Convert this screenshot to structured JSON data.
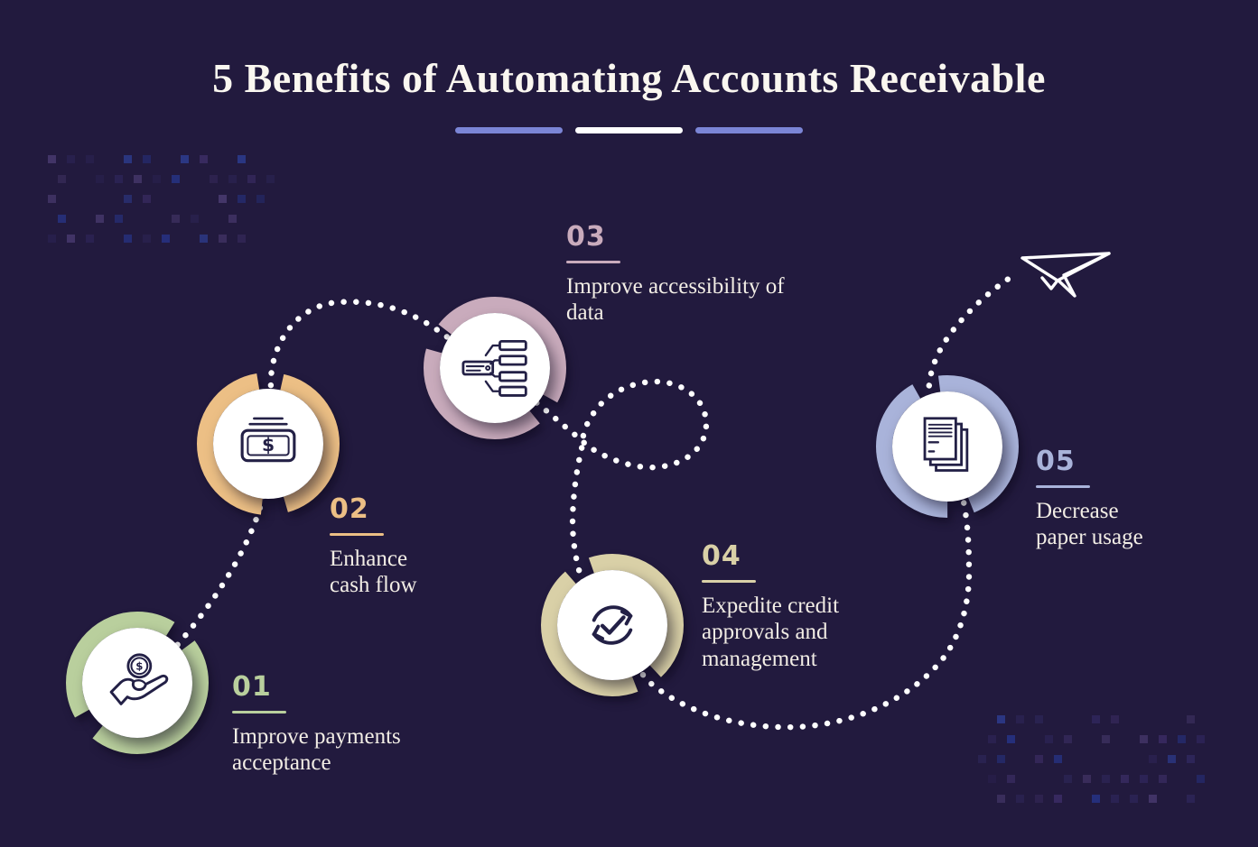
{
  "title": "5 Benefits of Automating Accounts Receivable",
  "divider_colors": [
    "#7b85d6",
    "#ffffff",
    "#7b85d6"
  ],
  "background_color": "#221a3e",
  "dotted_path_color": "#ffffff",
  "benefits": [
    {
      "number": "01",
      "label": "Improve payments acceptance",
      "color": "#b9cf9d",
      "icon": "hand-coin-icon"
    },
    {
      "number": "02",
      "label": "Enhance cash flow",
      "color": "#ecbf85",
      "icon": "banknote-icon"
    },
    {
      "number": "03",
      "label": "Improve accessibility of data",
      "color": "#c9abbc",
      "icon": "data-server-icon"
    },
    {
      "number": "04",
      "label": "Expedite credit approvals and management",
      "color": "#d9d0a7",
      "icon": "sync-check-icon"
    },
    {
      "number": "05",
      "label": "Decrease paper usage",
      "color": "#a9b3da",
      "icon": "documents-icon"
    }
  ],
  "decorations": {
    "plane": "paper-plane-icon"
  }
}
